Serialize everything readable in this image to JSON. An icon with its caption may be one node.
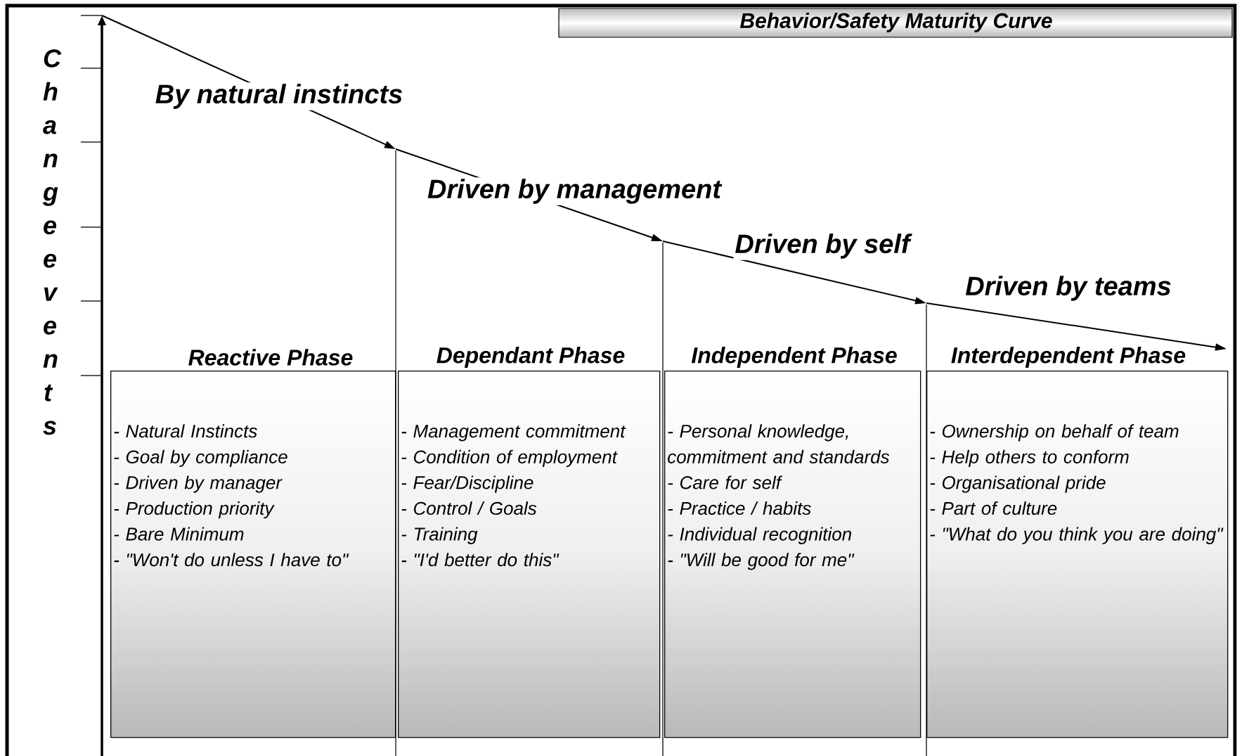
{
  "diagram": {
    "title": "Behavior/Safety Maturity Curve",
    "nodes": [
      {
        "text": [
          "Reactive Phase",
          "- Natural Instincts",
          "- Goal by compliance",
          "- Driven by manager",
          "- Production priority",
          "- Bare Minimum",
          "- \"Won't do unless I have to\""
        ]
      },
      {
        "text": [
          "Dependant Phase",
          "- Management commitment",
          "- Condition of employment",
          "- Fear/Discipline",
          "- Control / Goals",
          "- Training",
          "- \"I'd better do this\""
        ]
      },
      {
        "text": [
          "Independent Phase",
          "- Personal knowledge, commitment and standards",
          "- Care for self",
          "- Practice / habits",
          "- Individual recognition",
          "- \"Will be good for me\""
        ]
      },
      {
        "text": [
          "Interdependent Phase",
          "- Ownership on behalf of team",
          "- Help others to conform",
          "- Organisational pride",
          "- Part of culture",
          "- \"What do you think you are doing\""
        ]
      }
    ],
    "labels": [
      "Change events",
      "By natural instincts",
      "Driven by management",
      "Driven by self",
      "Driven by teams"
    ]
  }
}
